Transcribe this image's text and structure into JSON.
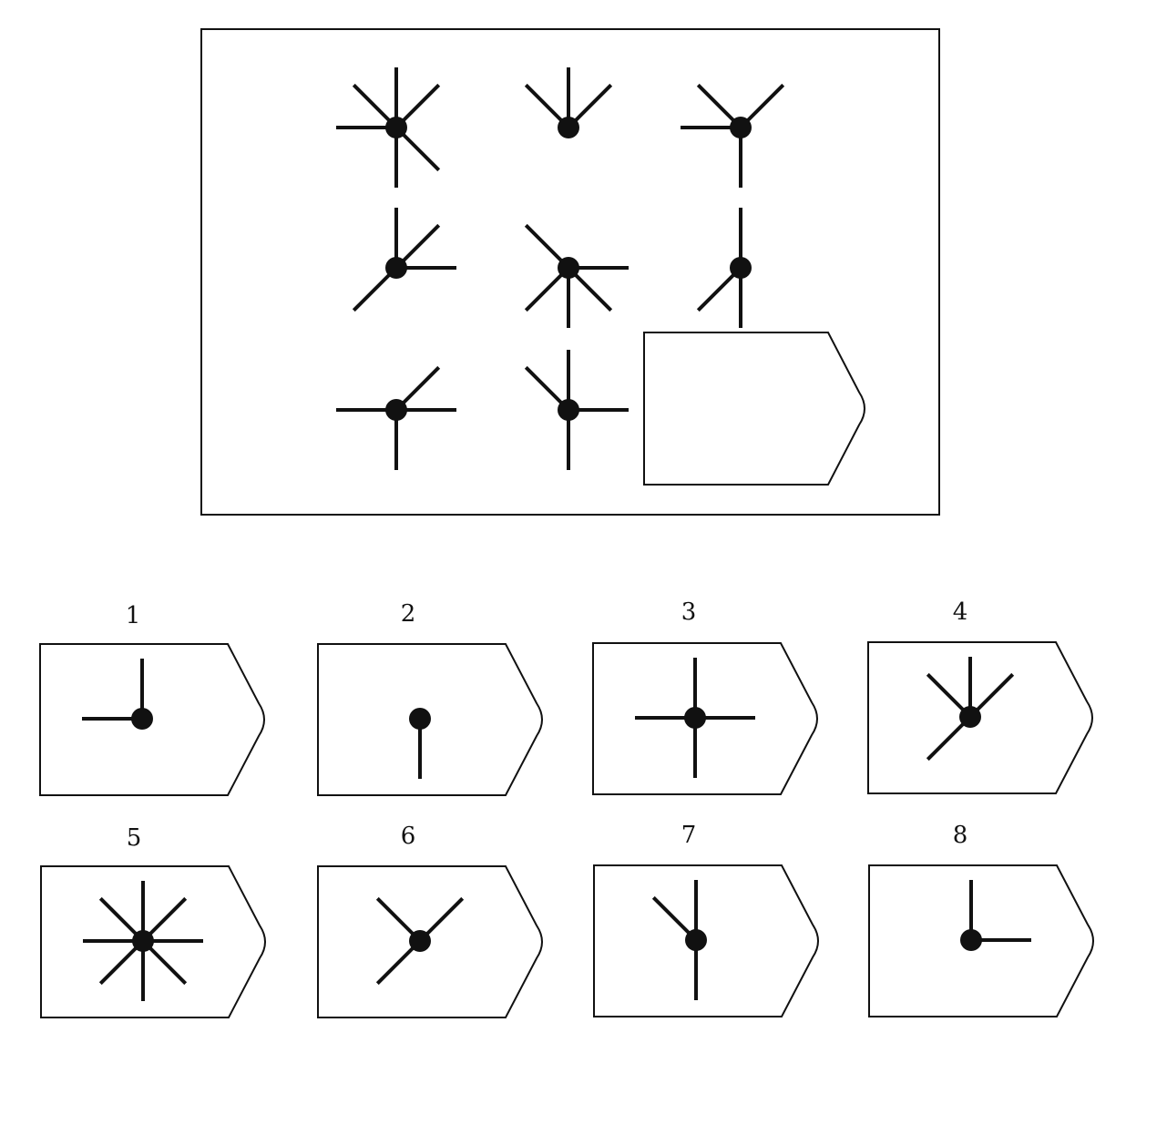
{
  "puzzle": {
    "stroke_color": "#111111",
    "background_color": "#ffffff",
    "directions": [
      "N",
      "NE",
      "E",
      "SE",
      "S",
      "SW",
      "W",
      "NW"
    ],
    "matrix": {
      "cells": [
        {
          "row": 1,
          "col": 1,
          "spokes": [
            "N",
            "NE",
            "W",
            "SE",
            "S",
            "NW"
          ]
        },
        {
          "row": 1,
          "col": 2,
          "spokes": [
            "N",
            "NE",
            "NW"
          ]
        },
        {
          "row": 1,
          "col": 3,
          "spokes": [
            "NE",
            "W",
            "S",
            "NW"
          ]
        },
        {
          "row": 2,
          "col": 1,
          "spokes": [
            "N",
            "NE",
            "E",
            "SW"
          ]
        },
        {
          "row": 2,
          "col": 2,
          "spokes": [
            "NW",
            "E",
            "SE",
            "SW",
            "S"
          ]
        },
        {
          "row": 2,
          "col": 3,
          "spokes": [
            "N",
            "S",
            "SW"
          ]
        },
        {
          "row": 3,
          "col": 1,
          "spokes": [
            "NE",
            "E",
            "W",
            "S"
          ]
        },
        {
          "row": 3,
          "col": 2,
          "spokes": [
            "N",
            "NW",
            "E",
            "S"
          ]
        },
        {
          "row": 3,
          "col": 3,
          "missing": true
        }
      ]
    },
    "options": [
      {
        "label": "1",
        "spokes": [
          "N",
          "W"
        ]
      },
      {
        "label": "2",
        "spokes": [
          "S"
        ]
      },
      {
        "label": "3",
        "spokes": [
          "N",
          "E",
          "S",
          "W"
        ]
      },
      {
        "label": "4",
        "spokes": [
          "N",
          "NE",
          "NW",
          "SW"
        ]
      },
      {
        "label": "5",
        "spokes": [
          "N",
          "NE",
          "E",
          "SE",
          "S",
          "SW",
          "W",
          "NW"
        ]
      },
      {
        "label": "6",
        "spokes": [
          "NE",
          "NW",
          "SW"
        ]
      },
      {
        "label": "7",
        "spokes": [
          "N",
          "S",
          "NW"
        ]
      },
      {
        "label": "8",
        "spokes": [
          "N",
          "E"
        ]
      }
    ]
  }
}
